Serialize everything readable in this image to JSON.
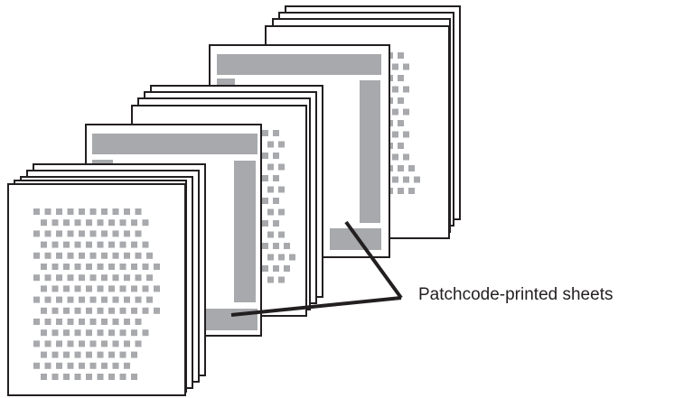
{
  "callout": {
    "label": "Patchcode-printed sheets"
  },
  "colors": {
    "outline": "#231f20",
    "patch": "#a7a9ac",
    "paper": "#ffffff"
  },
  "stacks": [
    {
      "name": "front-stack",
      "type": "text",
      "sheets": 5
    },
    {
      "name": "middle-stack",
      "type": "text",
      "sheets": 4,
      "top_sheet": "patchcode"
    },
    {
      "name": "back-stack",
      "type": "text",
      "sheets": 4,
      "top_sheet": "patchcode"
    }
  ]
}
